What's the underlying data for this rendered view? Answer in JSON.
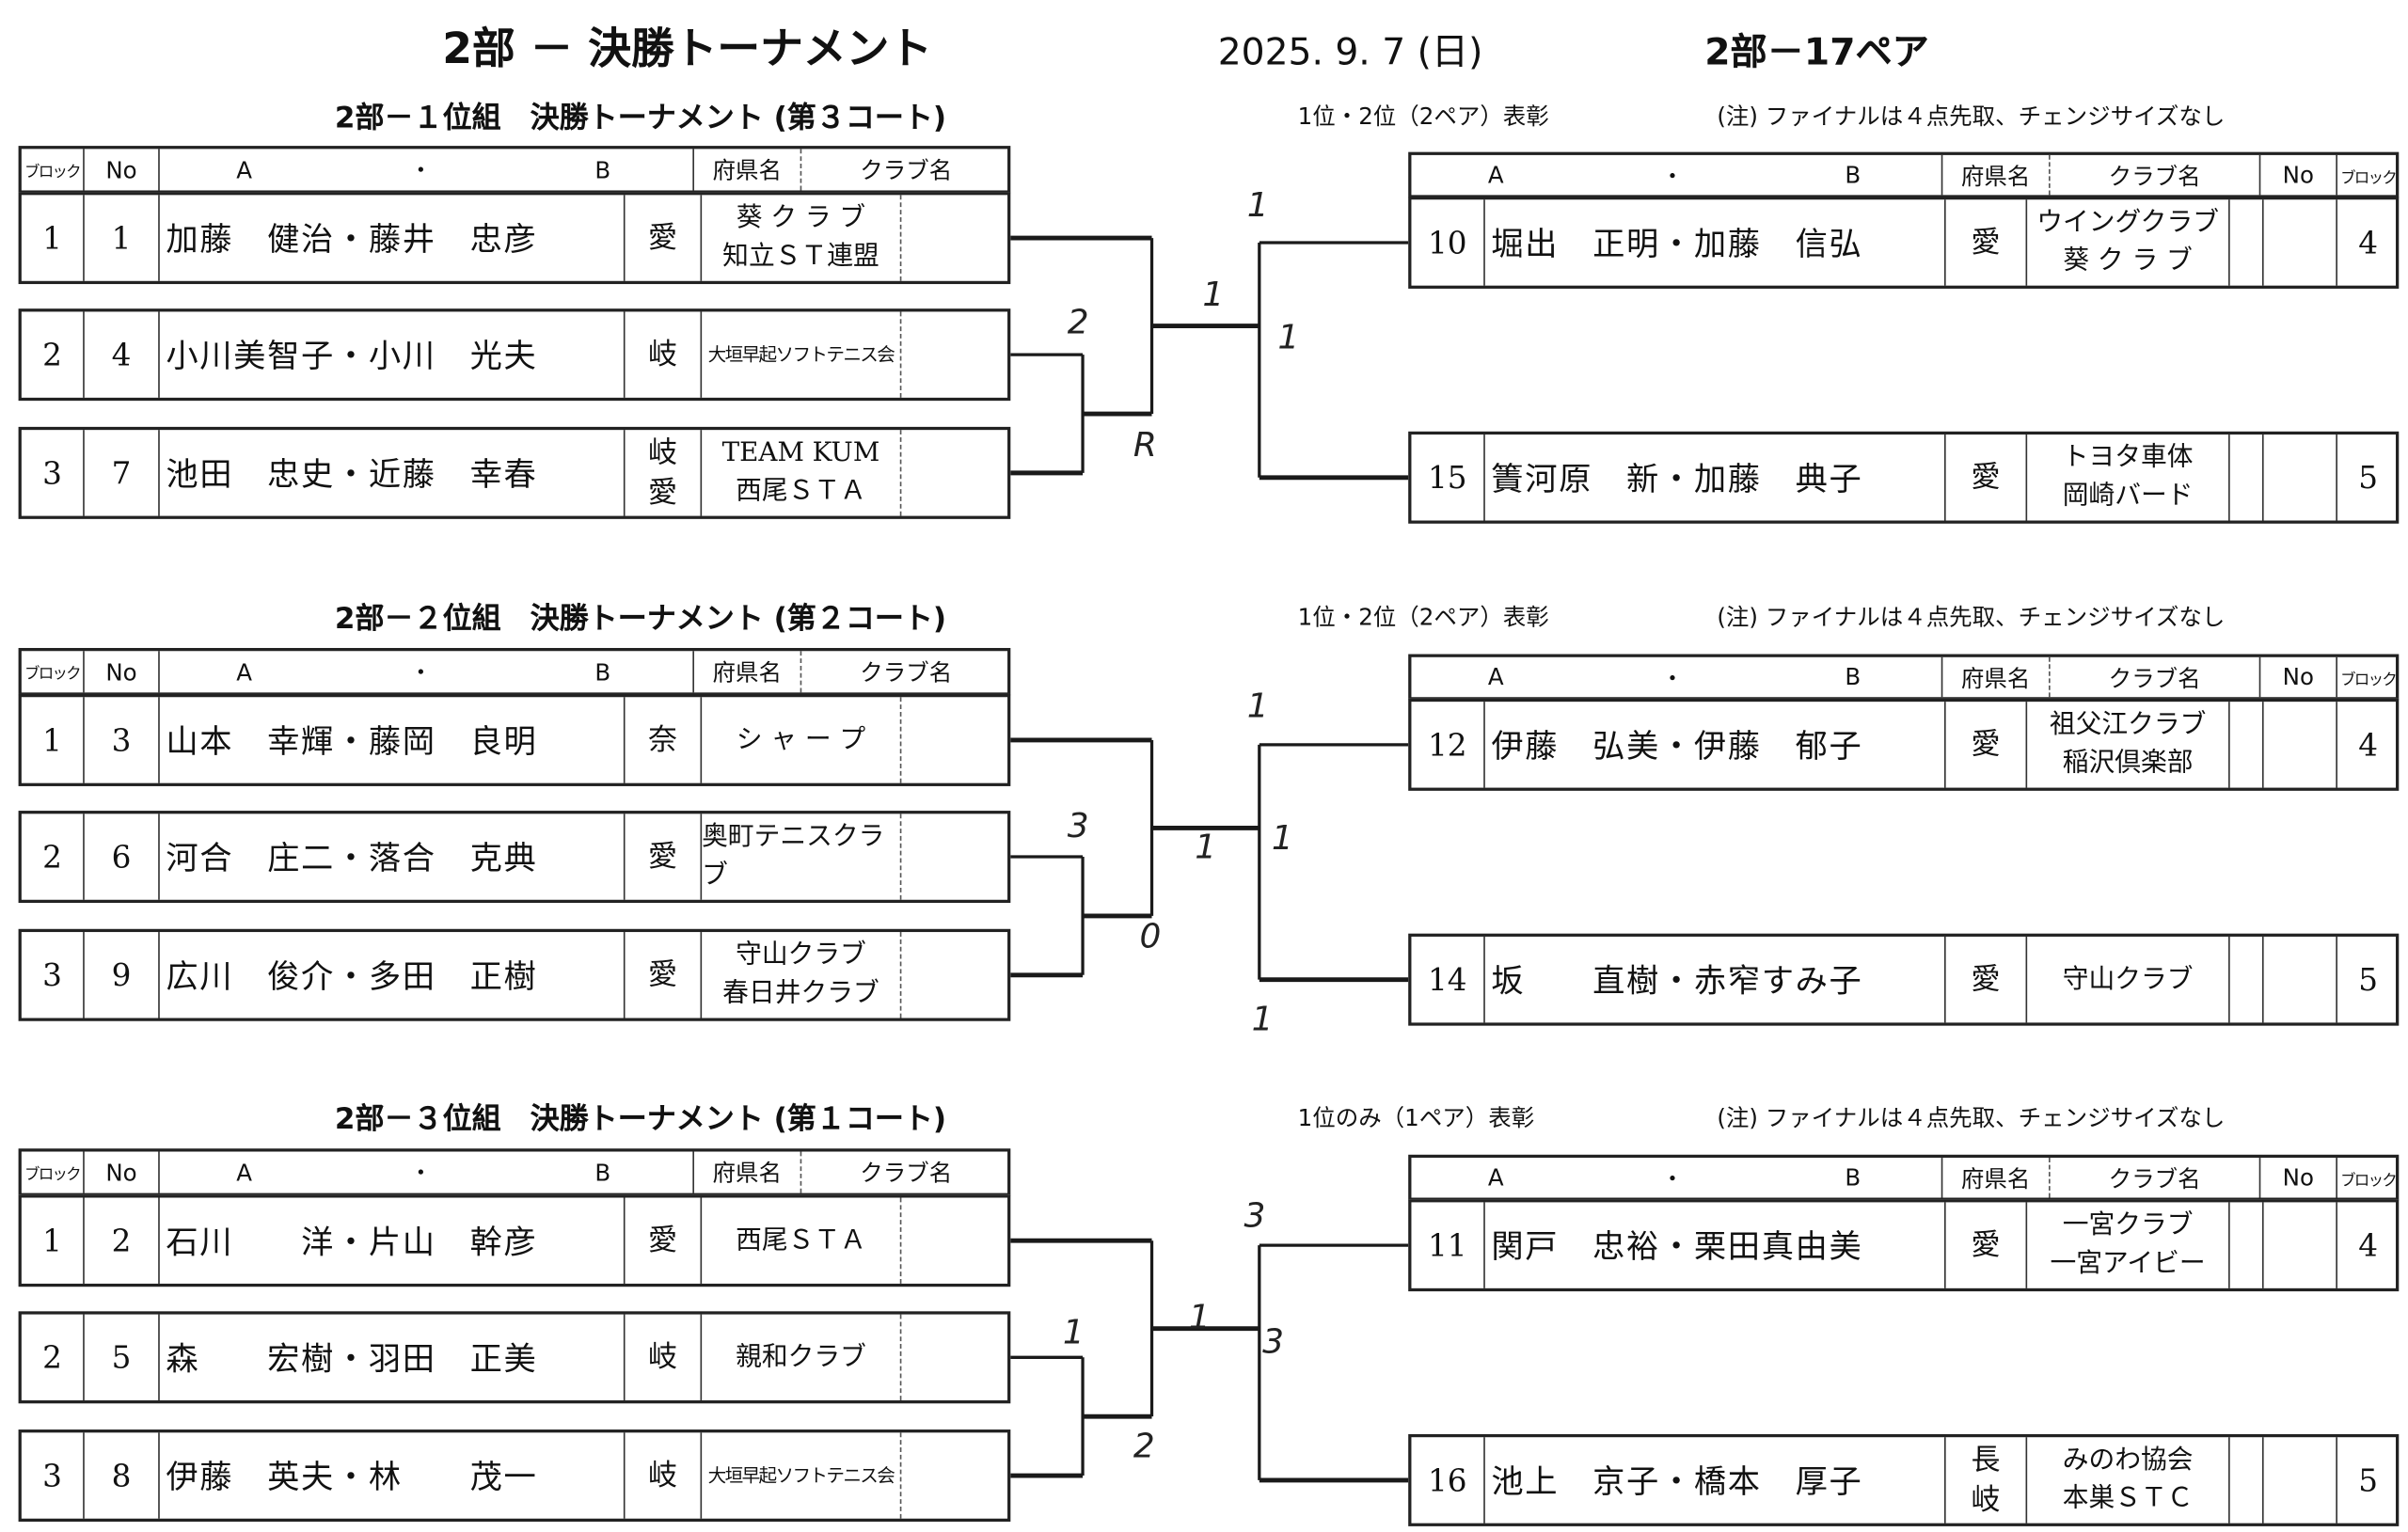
{
  "header": {
    "title": "2部 － 決勝トーナメント",
    "date": "2025. 9. 7 (日)",
    "pairs": "2部－17ペア"
  },
  "columns": {
    "block": "ブロック",
    "no": "No",
    "a": "A",
    "dot": "・",
    "b": "B",
    "pref": "府県名",
    "club": "クラブ名"
  },
  "note": "(注) ファイナルは４点先取、チェンジサイズなし",
  "sections": [
    {
      "subtitle": "2部－１位組　決勝トーナメント (第３コート)",
      "award": "1位・2位（2ペア）表彰",
      "left": [
        {
          "block": "1",
          "no": "1",
          "names": "加藤　健治・藤井　忠彦",
          "pref": [
            "愛"
          ],
          "club": [
            "葵 ク ラ ブ",
            "知立ＳＴ連盟"
          ]
        },
        {
          "block": "2",
          "no": "4",
          "names": "小川美智子・小川　光夫",
          "pref": [
            "岐"
          ],
          "club": [
            "大垣早起ソフトテニス会"
          ]
        },
        {
          "block": "3",
          "no": "7",
          "names": "池田　忠史・近藤　幸春",
          "pref": [
            "岐",
            "愛"
          ],
          "club": [
            "TEAM KUM",
            "西尾ＳＴＡ"
          ]
        }
      ],
      "right": [
        {
          "no": "10",
          "names": "堀出　正明・加藤　信弘",
          "pref": [
            "愛"
          ],
          "club": [
            "ウイングクラブ",
            "葵 ク ラ ブ"
          ],
          "block": "4"
        },
        {
          "no": "15",
          "names": "簀河原　新・加藤　典子",
          "pref": [
            "愛"
          ],
          "club": [
            "トヨタ車体",
            "岡崎バード"
          ],
          "block": "5"
        }
      ],
      "handwritten_scores": [
        "1",
        "2",
        "1",
        "1",
        "R"
      ]
    },
    {
      "subtitle": "2部－２位組　決勝トーナメント (第２コート)",
      "award": "1位・2位（2ペア）表彰",
      "left": [
        {
          "block": "1",
          "no": "3",
          "names": "山本　幸輝・藤岡　良明",
          "pref": [
            "奈"
          ],
          "club": [
            "シ ャ ー プ"
          ]
        },
        {
          "block": "2",
          "no": "6",
          "names": "河合　庄二・落合　克典",
          "pref": [
            "愛"
          ],
          "club": [
            "奥町テニスクラブ"
          ]
        },
        {
          "block": "3",
          "no": "9",
          "names": "広川　俊介・多田　正樹",
          "pref": [
            "愛"
          ],
          "club": [
            "守山クラブ",
            "春日井クラブ"
          ]
        }
      ],
      "right": [
        {
          "no": "12",
          "names": "伊藤　弘美・伊藤　郁子",
          "pref": [
            "愛"
          ],
          "club": [
            "祖父江クラブ",
            "稲沢倶楽部"
          ],
          "block": "4"
        },
        {
          "no": "14",
          "names": "坂　　直樹・赤窄すみ子",
          "pref": [
            "愛"
          ],
          "club": [
            "守山クラブ"
          ],
          "block": "5"
        }
      ],
      "handwritten_scores": [
        "1",
        "3",
        "1",
        "1",
        "0",
        "1"
      ]
    },
    {
      "subtitle": "2部－３位組　決勝トーナメント (第１コート)",
      "award": "1位のみ（1ペア）表彰",
      "left": [
        {
          "block": "1",
          "no": "2",
          "names": "石川　　洋・片山　幹彦",
          "pref": [
            "愛"
          ],
          "club": [
            "西尾ＳＴＡ"
          ]
        },
        {
          "block": "2",
          "no": "5",
          "names": "森　　宏樹・羽田　正美",
          "pref": [
            "岐"
          ],
          "club": [
            "親和クラブ"
          ]
        },
        {
          "block": "3",
          "no": "8",
          "names": "伊藤　英夫・林　　茂一",
          "pref": [
            "岐"
          ],
          "club": [
            "大垣早起ソフトテニス会"
          ]
        }
      ],
      "right": [
        {
          "no": "11",
          "names": "関戸　忠裕・栗田真由美",
          "pref": [
            "愛"
          ],
          "club": [
            "一宮クラブ",
            "一宮アイビー"
          ],
          "block": "4"
        },
        {
          "no": "16",
          "names": "池上　京子・橋本　厚子",
          "pref": [
            "長",
            "岐"
          ],
          "club": [
            "みのわ協会",
            "本巣ＳＴＣ"
          ],
          "block": "5"
        }
      ],
      "handwritten_scores": [
        "3",
        "1",
        "1",
        "3",
        "2"
      ]
    }
  ]
}
